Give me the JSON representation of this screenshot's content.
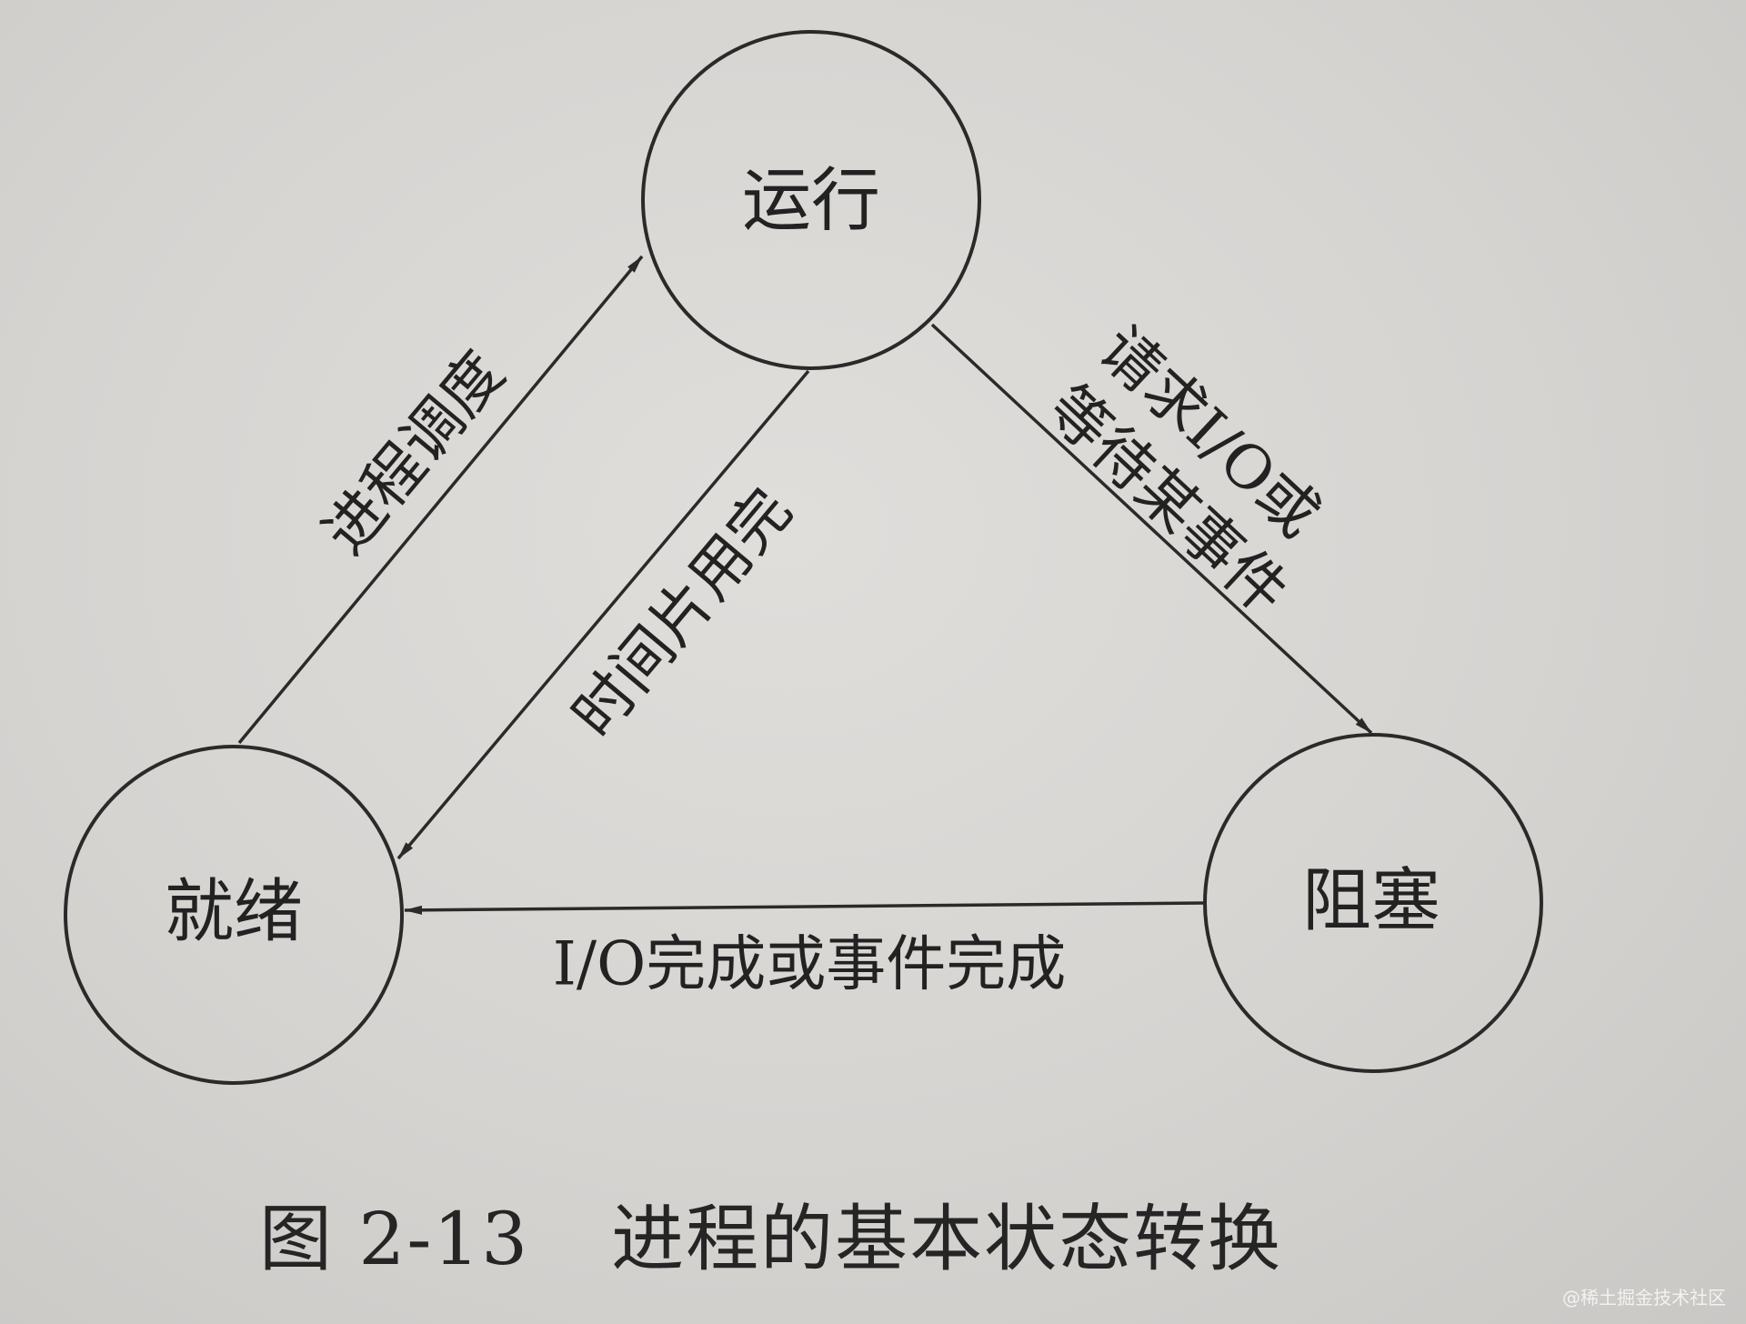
{
  "diagram": {
    "nodes": {
      "running": "运行",
      "ready": "就绪",
      "blocked": "阻塞"
    },
    "edges": {
      "schedule": "进程调度",
      "timeslice": "时间片用完",
      "io_request_line1": "请求I/O或",
      "io_request_line2": "等待某事件",
      "io_complete": "I/O完成或事件完成"
    }
  },
  "caption": {
    "figure_number": "图 2-13",
    "title": "进程的基本状态转换"
  },
  "watermark": "@稀土掘金技术社区",
  "colors": {
    "ink": "#2a2a2a",
    "paper": "#d8d6d3"
  }
}
